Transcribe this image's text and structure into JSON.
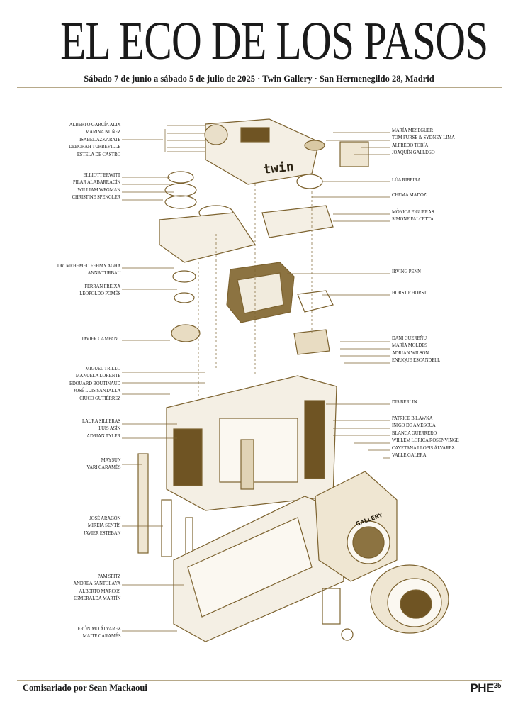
{
  "header": {
    "title": "EL ECO DE LOS PASOS",
    "subtitle": "Sábado 7 de junio a sábado 5 de julio de 2025 · Twin Gallery · San Hermenegildo 28, Madrid"
  },
  "illustration": {
    "top_label": "twin",
    "body_label": "GALLERY",
    "ink_color": "#7d6330"
  },
  "left_groups": [
    [
      "Alberto García Alix",
      "Marina Nuñez",
      "Isabel Azkarate",
      "Deborah Turbeville",
      "Estela de Castro"
    ],
    [
      "Elliott Erwitt",
      "Pilar Alabarracín",
      "William Wegman",
      "Christine Spengler"
    ],
    [
      "Dr. Mehemed Fehmy Agha",
      "Anna Turbau"
    ],
    [
      "Ferran Freixa",
      "Leopoldo Pomés"
    ],
    [
      "Javier Campano"
    ],
    [
      "Miguel Trillo",
      "Manuela Lorente",
      "Edouard Boutinaud",
      "José Luis Santalla",
      "Ciuco Gutiérrez"
    ],
    [
      "Laura Silleras",
      "Luis Asín",
      "Adrian Tyler"
    ],
    [
      "Maysun",
      "Vari Caramés"
    ],
    [
      "José Aragón",
      "Mireia Sentís",
      "Javier Esteban"
    ],
    [
      "Pam Spitz",
      "Andrea Santolaya",
      "Alberto Marcos",
      "Esmeralda Martín"
    ],
    [
      "Jerónimo Álvarez",
      "Maite Caramés"
    ]
  ],
  "right_groups": [
    [
      "María Meseguer",
      "Tom Furse & Sydney Lima",
      "Alfredo Tobía",
      "Joaquín Gallego"
    ],
    [
      "Lúa Ribeira"
    ],
    [
      "Chema Madoz"
    ],
    [
      "Mònica Figueras",
      "Simone Falcetta"
    ],
    [
      "Irving Penn"
    ],
    [
      "Horst P Horst"
    ],
    [
      "Dani Guereñu",
      "María Moldes",
      "Adrian Wilson",
      "Enrique Escandell"
    ],
    [
      "DIS Berlin"
    ],
    [
      "Patrice Bilawka",
      "Íñigo de Amescua",
      "Blanca Guerrero",
      "Willem Lorica Rosenvinge",
      "Cayetana Llopis Álvarez",
      "Valle Galera"
    ]
  ],
  "footer": {
    "curator": "Comisariado por Sean Mackaoui",
    "logo": "PHE",
    "logo_sup": "25"
  }
}
